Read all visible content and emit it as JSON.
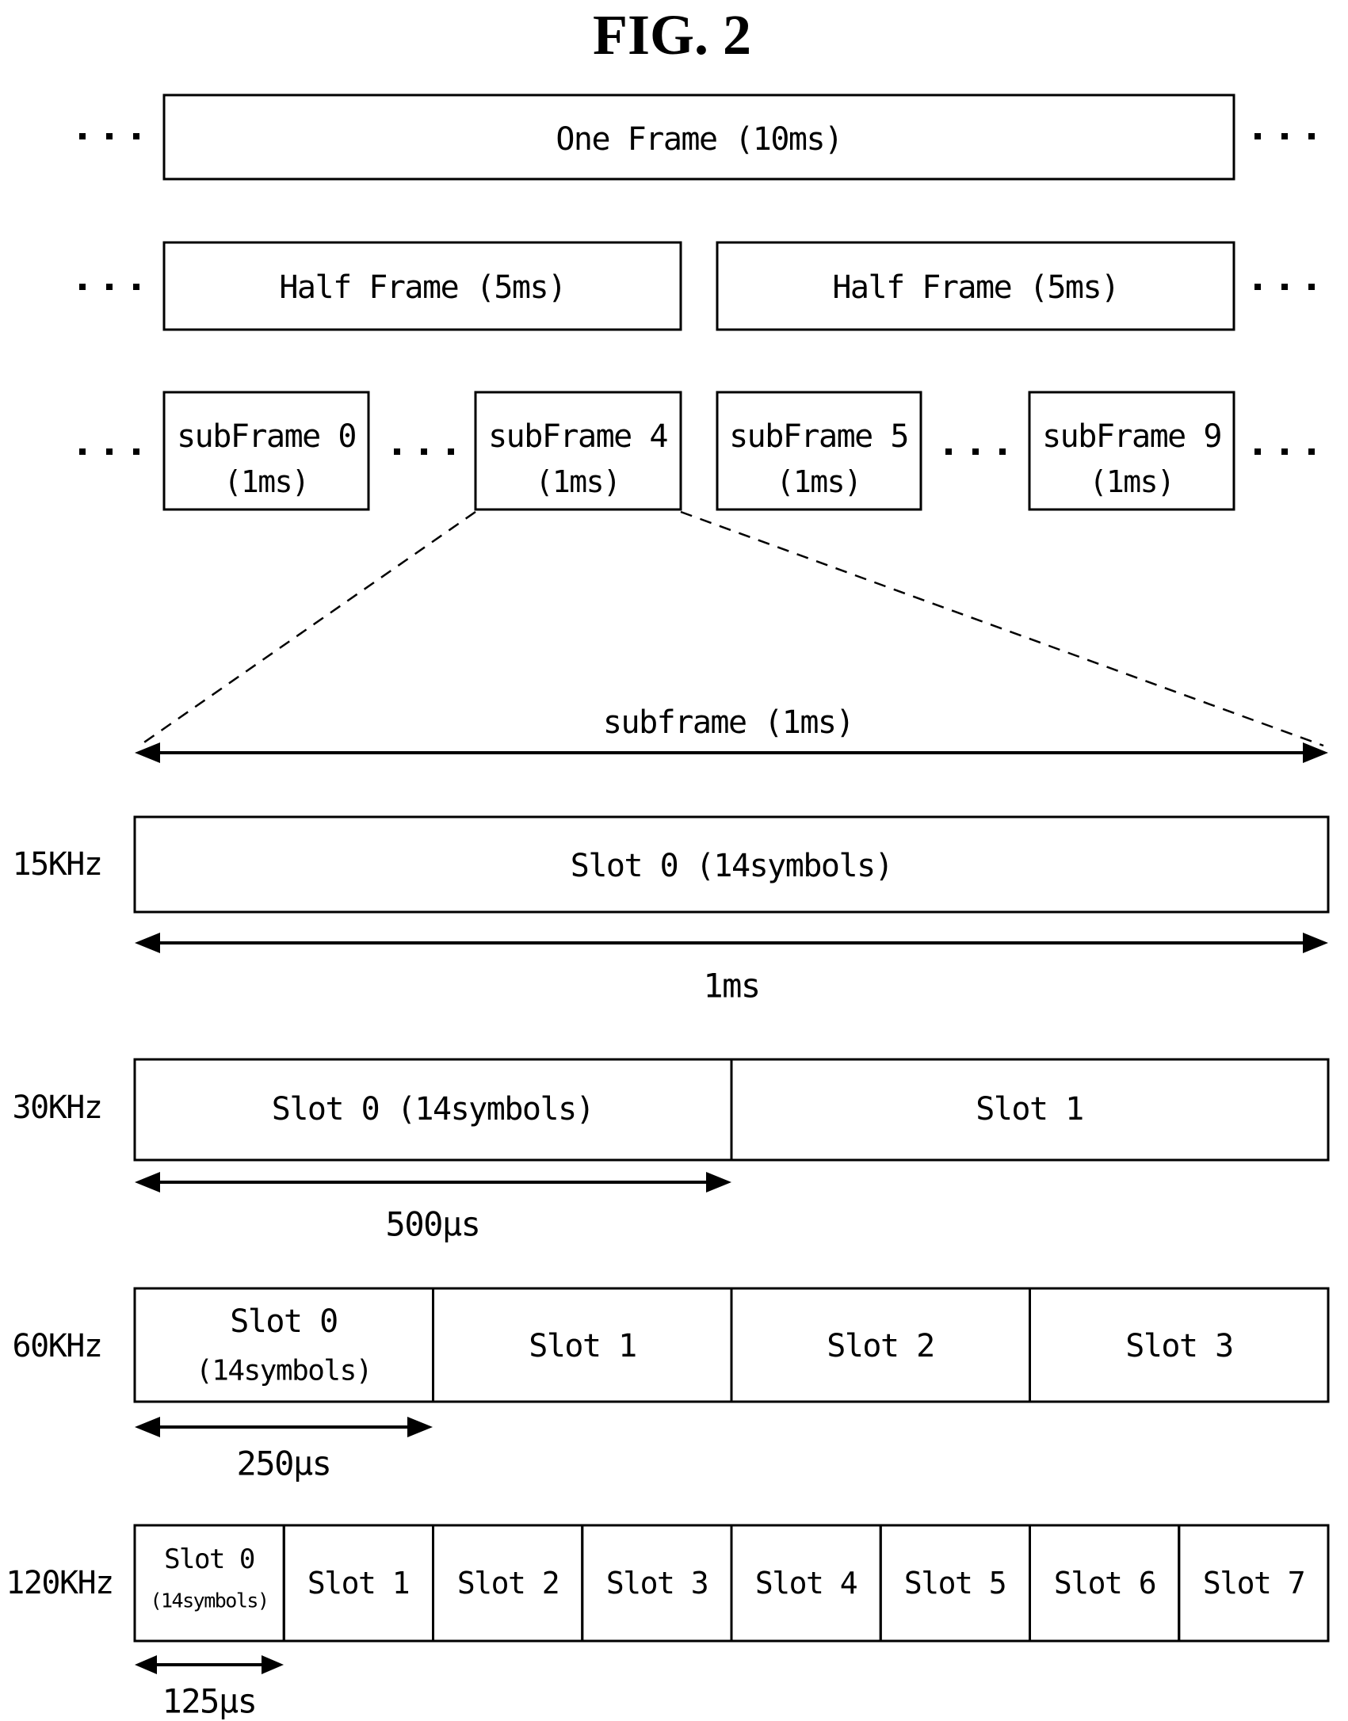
{
  "figure_title": "FIG. 2",
  "icons": {
    "ellipsis": "..."
  },
  "frame_level": {
    "one_frame": "One Frame (10ms)"
  },
  "half_frame_level": {
    "first": "Half Frame (5ms)",
    "second": "Half Frame (5ms)"
  },
  "subframe_level": {
    "sf0": {
      "line1": "subFrame 0",
      "line2": "(1ms)"
    },
    "sf4": {
      "line1": "subFrame 4",
      "line2": "(1ms)"
    },
    "sf5": {
      "line1": "subFrame 5",
      "line2": "(1ms)"
    },
    "sf9": {
      "line1": "subFrame 9",
      "line2": "(1ms)"
    }
  },
  "expanded_subframe": {
    "label": "subframe (1ms)"
  },
  "rows": {
    "khz15": {
      "label": "15KHz",
      "slot0": "Slot 0 (14symbols)",
      "duration": "1ms"
    },
    "khz30": {
      "label": "30KHz",
      "slot0": "Slot 0 (14symbols)",
      "slot1": "Slot 1",
      "duration": "500µs"
    },
    "khz60": {
      "label": "60KHz",
      "slot0_line1": "Slot 0",
      "slot0_line2": "(14symbols)",
      "slot1": "Slot 1",
      "slot2": "Slot 2",
      "slot3": "Slot 3",
      "duration": "250µs"
    },
    "khz120": {
      "label": "120KHz",
      "slot0_line1": "Slot 0",
      "slot0_line2": "(14symbols)",
      "slot1": "Slot 1",
      "slot2": "Slot 2",
      "slot3": "Slot 3",
      "slot4": "Slot 4",
      "slot5": "Slot 5",
      "slot6": "Slot 6",
      "slot7": "Slot 7",
      "duration": "125µs"
    }
  }
}
